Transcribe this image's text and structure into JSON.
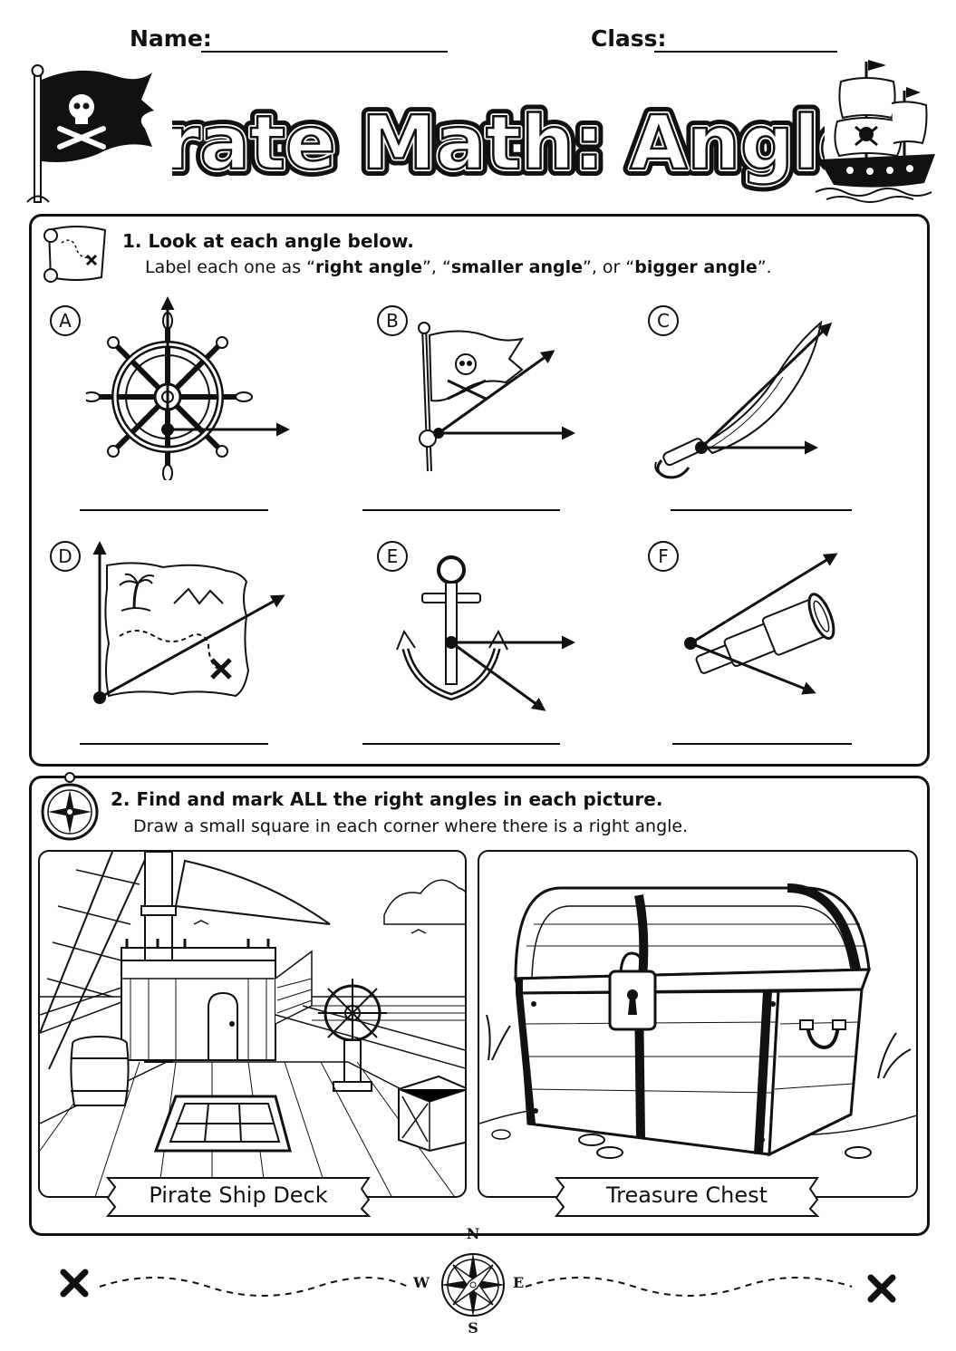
{
  "header": {
    "name_label": "Name:",
    "class_label": "Class:",
    "title": "Pirate Math: Angles"
  },
  "section1": {
    "number": "1.",
    "instruction": "Look at each angle below.",
    "sub_prefix": "Label each one as “",
    "term_right": "right angle",
    "sep1": "”, “",
    "term_smaller": "smaller angle",
    "sep2": "”, or “",
    "term_bigger": "bigger angle",
    "sub_suffix": "”.",
    "items": [
      {
        "letter": "A",
        "picture": "ship-wheel"
      },
      {
        "letter": "B",
        "picture": "pirate-flag"
      },
      {
        "letter": "C",
        "picture": "sword"
      },
      {
        "letter": "D",
        "picture": "treasure-map"
      },
      {
        "letter": "E",
        "picture": "anchor"
      },
      {
        "letter": "F",
        "picture": "spyglass"
      }
    ]
  },
  "section2": {
    "number": "2.",
    "instruction": "Find and mark ALL the right angles in each picture.",
    "sub": "Draw a small square in each corner where there is a right angle.",
    "panels": [
      {
        "caption": "Pirate Ship Deck"
      },
      {
        "caption": "Treasure Chest"
      }
    ]
  },
  "footer": {
    "compass": {
      "n": "N",
      "s": "S",
      "e": "E",
      "w": "W"
    }
  },
  "icons": [
    "pirate-flag-icon",
    "pirate-ship-icon",
    "treasure-map-icon",
    "compass-icon",
    "x-mark-icon"
  ]
}
